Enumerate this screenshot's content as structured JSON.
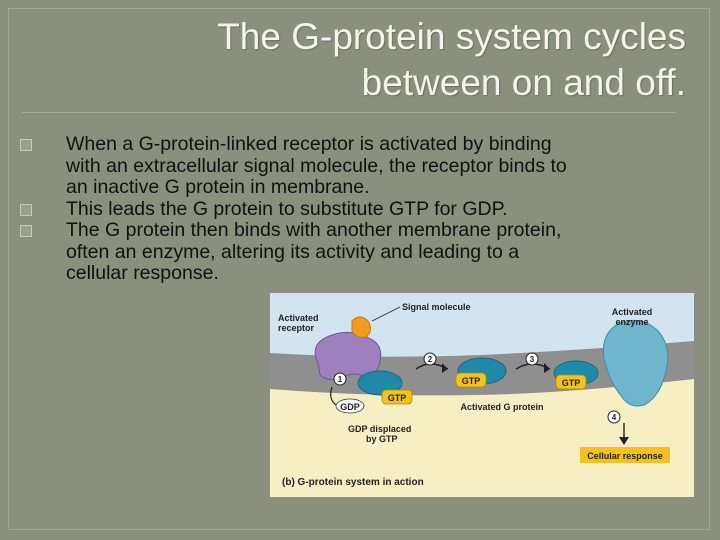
{
  "slide": {
    "title_line1": "The G-protein system cycles",
    "title_line2": "between on and off."
  },
  "bullets": [
    {
      "line1": "When a G-protein-linked receptor is activated by binding",
      "line2": "with an extracellular signal molecule, the receptor binds to",
      "line3": "an inactive G protein in membrane."
    },
    {
      "line1": "This leads the G protein to substitute GTP for GDP."
    },
    {
      "line1": "The G protein then binds with another membrane protein,",
      "line2": "often an enzyme, altering its activity and leading to a",
      "line3": "cellular response."
    }
  ],
  "figure": {
    "label_signal_molecule": "Signal molecule",
    "label_activated_receptor_1": "Activated",
    "label_activated_receptor_2": "receptor",
    "label_activated_enzyme_1": "Activated",
    "label_activated_enzyme_2": "enzyme",
    "gtp": "GTP",
    "gdp": "GDP",
    "label_activated_g_protein": "Activated G protein",
    "label_gdp_displaced_1": "GDP displaced",
    "label_gdp_displaced_2": "by GTP",
    "label_cellular_response": "Cellular response",
    "caption": "(b) G-protein system in action",
    "step1": "1",
    "step2": "2",
    "step3": "3",
    "step4": "4",
    "colors": {
      "extracellular": "#d2e4f0",
      "membrane": "#8f8f8f",
      "cytoplasm": "#f7efc4",
      "receptor": "#9d80bd",
      "g_protein": "#1f8aa8",
      "enzyme": "#6fb6cc",
      "gtp_badge": "#f3c21c",
      "signal": "#f19a22"
    }
  }
}
